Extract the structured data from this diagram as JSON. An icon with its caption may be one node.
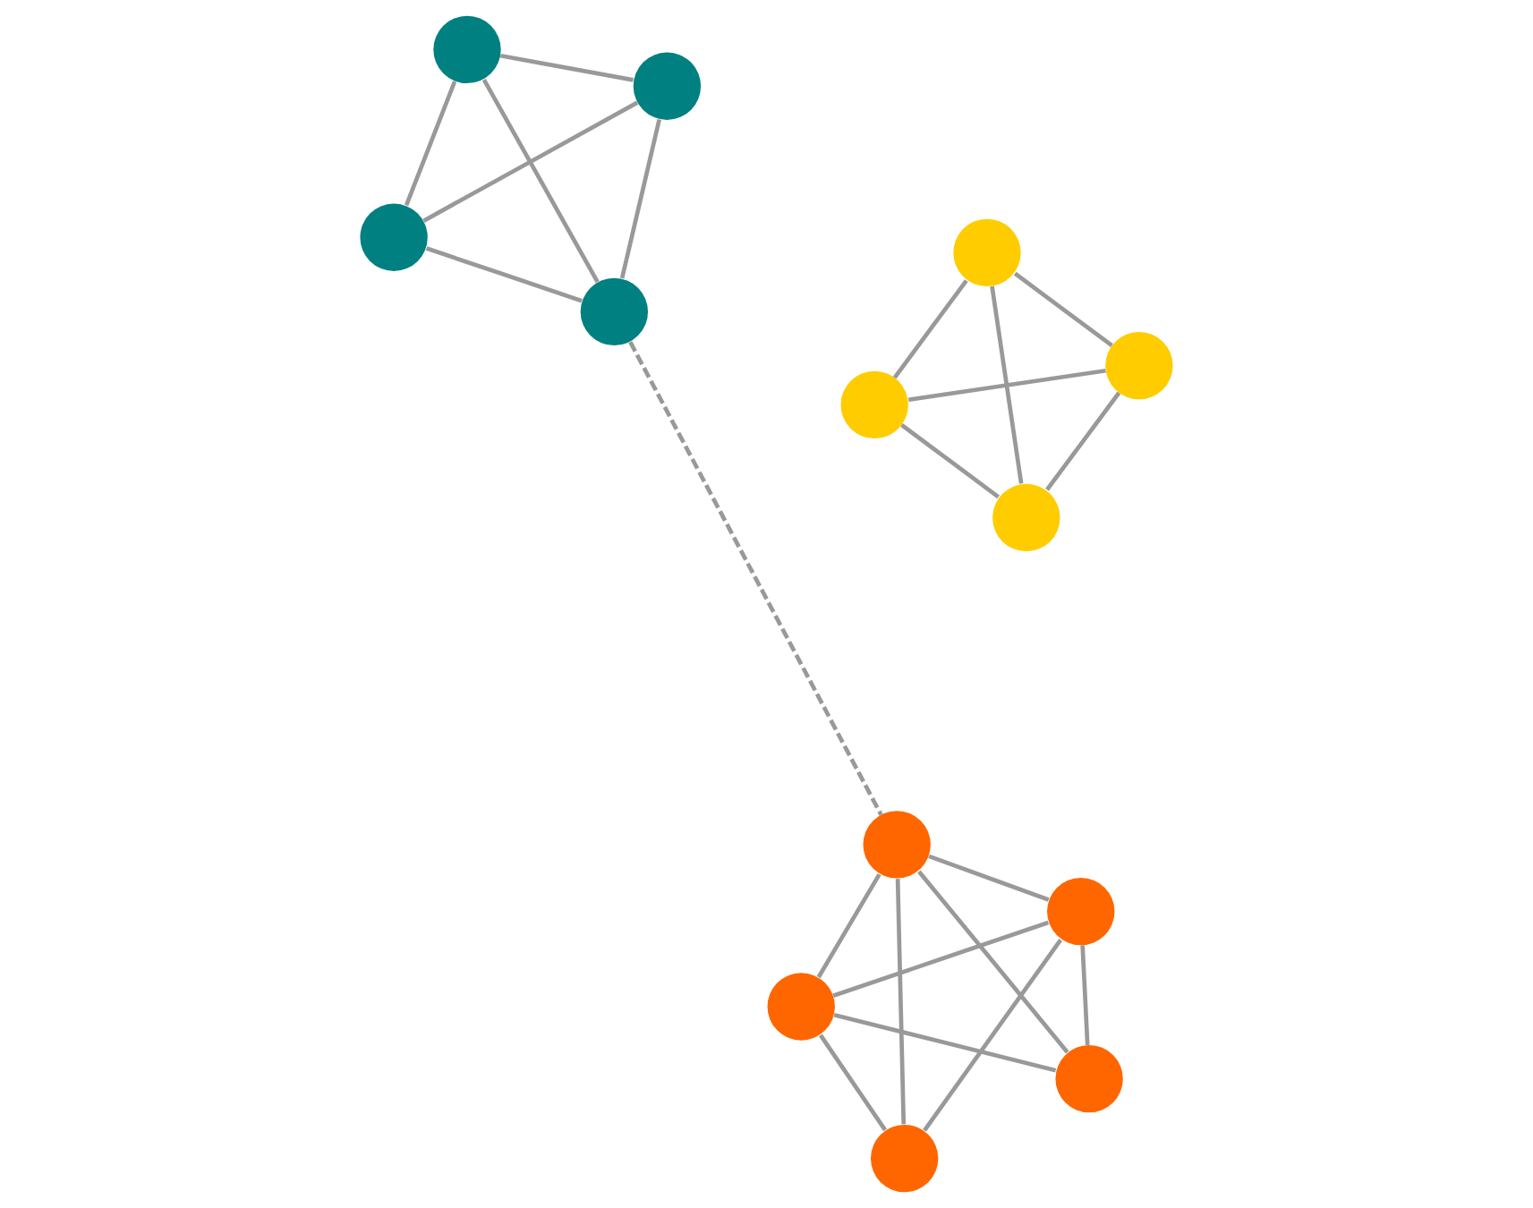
{
  "diagram": {
    "nodes": [
      {
        "text": [],
        "shape": "circle"
      },
      {
        "text": [],
        "shape": "circle"
      },
      {
        "text": [],
        "shape": "circle"
      },
      {
        "text": [],
        "shape": "circle"
      },
      {
        "text": [],
        "shape": "circle"
      },
      {
        "text": [],
        "shape": "circle"
      },
      {
        "text": [],
        "shape": "circle"
      },
      {
        "text": [],
        "shape": "circle"
      },
      {
        "text": [],
        "shape": "circle"
      },
      {
        "text": [],
        "shape": "circle"
      },
      {
        "text": [],
        "shape": "circle"
      },
      {
        "text": [],
        "shape": "circle"
      },
      {
        "text": [],
        "shape": "circle"
      }
    ],
    "edges": [
      {
        "from": 1,
        "to": 0,
        "arrow": "none"
      },
      {
        "from": 0,
        "to": 3,
        "arrow": "none"
      },
      {
        "from": 0,
        "to": 2,
        "arrow": "none"
      },
      {
        "from": 1,
        "to": 2,
        "arrow": "none"
      },
      {
        "from": 1,
        "to": 3,
        "arrow": "none"
      },
      {
        "from": 3,
        "to": 2,
        "arrow": "none"
      },
      {
        "from": 5,
        "to": 4,
        "arrow": "none"
      },
      {
        "from": 4,
        "to": 7,
        "arrow": "none"
      },
      {
        "from": 4,
        "to": 6,
        "arrow": "none"
      },
      {
        "from": 5,
        "to": 6,
        "arrow": "none"
      },
      {
        "from": 5,
        "to": 7,
        "arrow": "none"
      },
      {
        "from": 7,
        "to": 6,
        "arrow": "none"
      },
      {
        "from": 7,
        "to": 8,
        "arrow": "none",
        "style": "dashed"
      },
      {
        "from": 8,
        "to": 9,
        "arrow": "none"
      },
      {
        "from": 8,
        "to": 12,
        "arrow": "none"
      },
      {
        "from": 8,
        "to": 11,
        "arrow": "none"
      },
      {
        "from": 8,
        "to": 10,
        "arrow": "none"
      },
      {
        "from": 9,
        "to": 10,
        "arrow": "none"
      },
      {
        "from": 9,
        "to": 11,
        "arrow": "none"
      },
      {
        "from": 9,
        "to": 12,
        "arrow": "none"
      },
      {
        "from": 12,
        "to": 11,
        "arrow": "none"
      },
      {
        "from": 11,
        "to": 10,
        "arrow": "none"
      }
    ]
  }
}
